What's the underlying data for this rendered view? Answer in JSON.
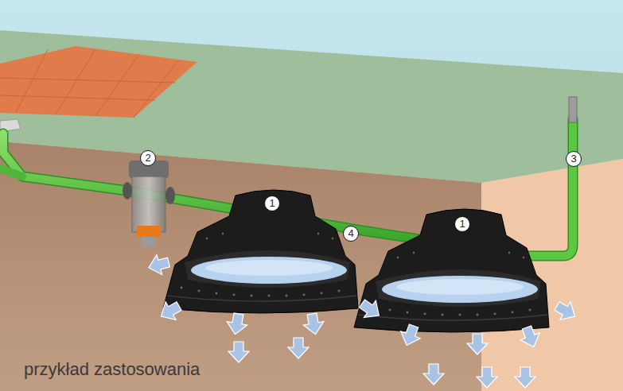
{
  "diagram": {
    "labels": [
      "2",
      "3",
      "1",
      "4",
      "1",
      "przykład zastosowania"
    ]
  }
}
